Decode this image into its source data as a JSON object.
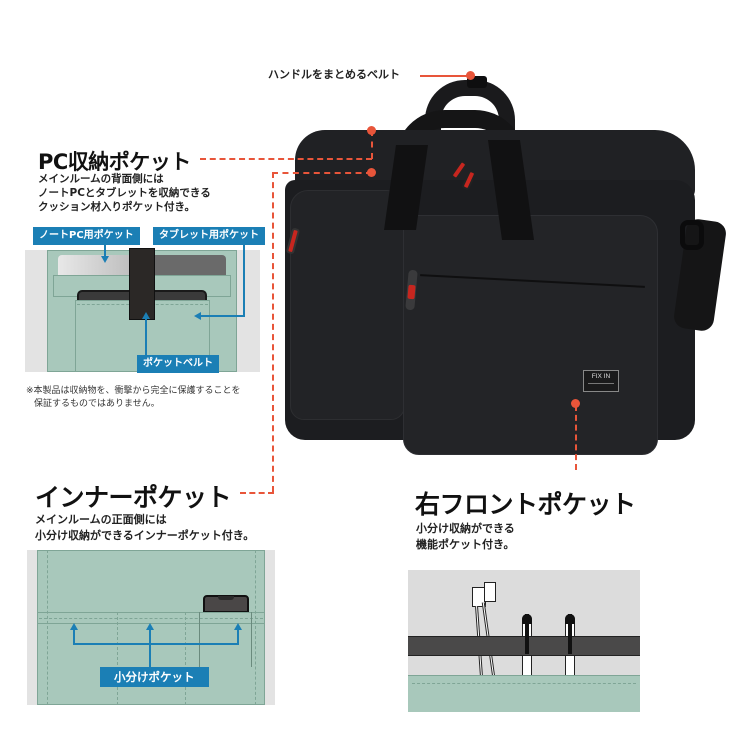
{
  "handle_belt": {
    "label": "ハンドルをまとめるベルト"
  },
  "pc_pocket": {
    "title": "PC収納ポケット",
    "desc": [
      "メインルームの背面側には",
      "ノートPCとタブレットを収納できる",
      "クッション材入りポケット付き。"
    ],
    "labels": {
      "notebook": "ノートPC用ポケット",
      "tablet": "タブレット用ポケット",
      "belt": "ポケットベルト"
    },
    "note": [
      "※本製品は収納物を、衝撃から完全に保護することを",
      "保証するものではありません。"
    ]
  },
  "inner_pocket": {
    "title": "インナーポケット",
    "desc": [
      "メインルームの正面側には",
      "小分け収納ができるインナーポケット付き。"
    ],
    "labels": {
      "small": "小分けポケット"
    }
  },
  "right_front_pocket": {
    "title": "右フロントポケット",
    "desc": [
      "小分け収納ができる",
      "機能ポケット付き。"
    ]
  },
  "brand_tag": {
    "text": "FIX IN"
  },
  "colors": {
    "accent_orange": "#e8553a",
    "label_blue": "#1b7fb5",
    "mint": "#a8c8bb",
    "bag_black": "#1e1f22"
  }
}
